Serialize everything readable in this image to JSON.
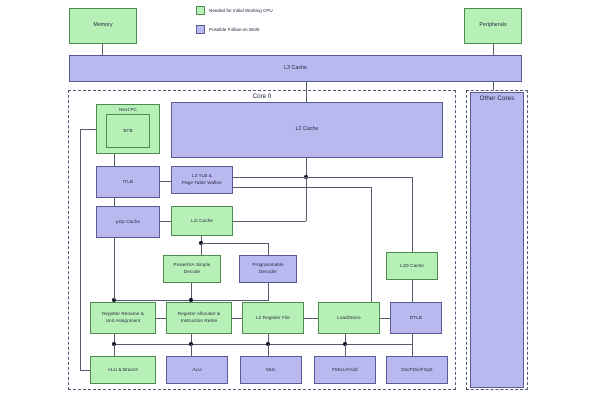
{
  "legend": {
    "items": [
      {
        "swatch": "green",
        "label": "Needed for Initial Working CPU"
      },
      {
        "swatch": "purple",
        "label": "Possible Follow-on Work"
      }
    ]
  },
  "top": {
    "memory": "Memory",
    "peripherals": "Peripherals",
    "l3_cache": "L3 Cache"
  },
  "regions": {
    "core": "Core 0",
    "other_cores": "Other Cores"
  },
  "blocks": {
    "next_pc": "Next PC",
    "btb": "BTB",
    "itlb": "ITLB",
    "uop_cache": "µOp Cache",
    "l2_tlb": "L2 TLB &\nPage Table Walker",
    "l1i_cache": "L1I Cache",
    "l2_cache": "L2 Cache",
    "powerisa_decode": "PowerISA Simple\nDecode",
    "programmable_decoder": "Programmable\nDecoder",
    "l1d_cache": "L1D Cache",
    "register_rename": "Register Rename &\nUnit Assignment",
    "register_allocator": "Register Allocator &\nInstruction Retire",
    "l2_register_file": "L2 Register File",
    "load_store": "Load/Store",
    "dtlb": "DTLB",
    "alu_branch": "ALU & Branch",
    "alu": "ALU",
    "mul": "MUL",
    "fmul_fadd": "FMUL/FAdd",
    "div_fdiv_fsqrt": "Div/FDiv/FSqrt"
  },
  "colors": {
    "green_fill": "#b7f0b7",
    "green_stroke": "#4f8a4f",
    "purple_fill": "#b9b9f0",
    "purple_stroke": "#5a5a96",
    "wire": "#5a5a6e",
    "dashed_border": "#555577"
  }
}
